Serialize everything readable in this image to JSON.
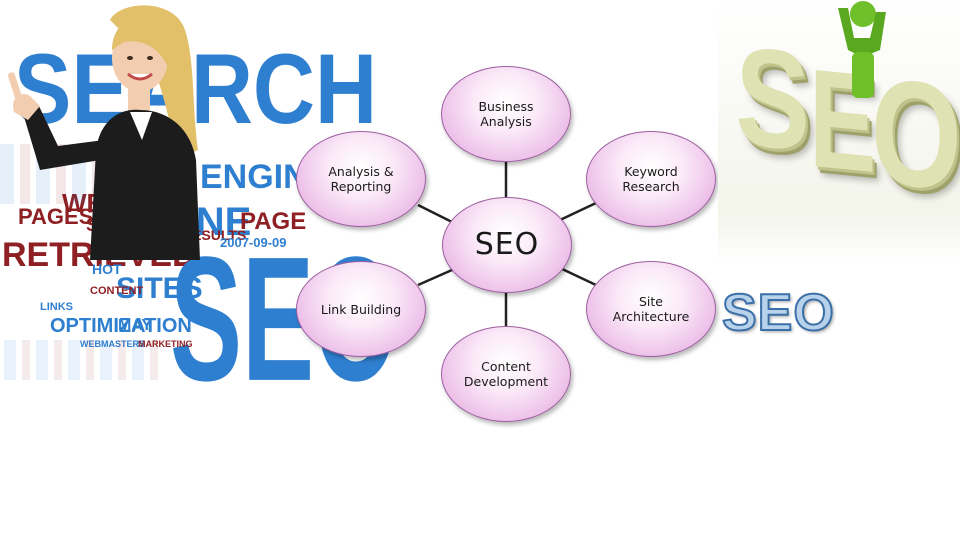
{
  "word_cloud": {
    "words": [
      {
        "text": "SEARCH",
        "color": "#2f7fd0",
        "size": 86,
        "rot": 0
      },
      {
        "text": "ENGINES",
        "color": "#2f7fd0",
        "size": 36,
        "rot": 0
      },
      {
        "text": "ENGINE",
        "color": "#2f7fd0",
        "size": 40,
        "rot": 0
      },
      {
        "text": "RETRIEVED",
        "color": "#8e1f22",
        "size": 36,
        "rot": 0
      },
      {
        "text": "PAGES",
        "color": "#8e1f22",
        "size": 22,
        "rot": 0
      },
      {
        "text": "WEB",
        "color": "#8e1f22",
        "size": 30,
        "rot": 0
      },
      {
        "text": "SITE",
        "color": "#8e1f22",
        "size": 22,
        "rot": 0
      },
      {
        "text": "SITES",
        "color": "#2f7fd0",
        "size": 30,
        "rot": 0
      },
      {
        "text": "SEO",
        "color": "#2f7fd0",
        "size": 140,
        "rot": 0
      },
      {
        "text": "OPTIMIZATION",
        "color": "#2f7fd0",
        "size": 20,
        "rot": 0
      },
      {
        "text": "PAGE",
        "color": "#8e1f22",
        "size": 26,
        "rot": 0
      },
      {
        "text": "RESULTS",
        "color": "#8e1f22",
        "size": 16,
        "rot": 0
      },
      {
        "text": "2007-09-09",
        "color": "#2f7fd0",
        "size": 14,
        "rot": 0
      },
      {
        "text": "HOT",
        "color": "#2f7fd0",
        "size": 14,
        "rot": 0
      },
      {
        "text": "CONTENT",
        "color": "#8e1f22",
        "size": 12,
        "rot": 0
      },
      {
        "text": "LINKS",
        "color": "#2f7fd0",
        "size": 12,
        "rot": 0
      },
      {
        "text": "MAY",
        "color": "#2f7fd0",
        "size": 16,
        "rot": 0
      },
      {
        "text": "WEBMASTERS",
        "color": "#2f7fd0",
        "size": 10,
        "rot": 0
      },
      {
        "text": "MARKETING",
        "color": "#8e1f22",
        "size": 10,
        "rot": 0
      }
    ]
  },
  "diagram": {
    "center": {
      "label": "SEO"
    },
    "nodes": [
      {
        "id": "business-analysis",
        "label": "Business\nAnalysis"
      },
      {
        "id": "keyword-research",
        "label": "Keyword\nResearch"
      },
      {
        "id": "site-architecture",
        "label": "Site\nArchitecture"
      },
      {
        "id": "content-development",
        "label": "Content\nDevelopment"
      },
      {
        "id": "link-building",
        "label": "Link Building"
      },
      {
        "id": "analysis-reporting",
        "label": "Analysis &\nReporting"
      }
    ]
  },
  "seo_3d": {
    "letters": [
      "S",
      "E",
      "O"
    ],
    "figure_color": "#6fbf2a"
  },
  "seo_outline": {
    "text": "SEO"
  },
  "woman": {
    "hair_color": "#e2c06a",
    "suit_color": "#1c1c1c",
    "skin_color": "#f3cdb0"
  }
}
